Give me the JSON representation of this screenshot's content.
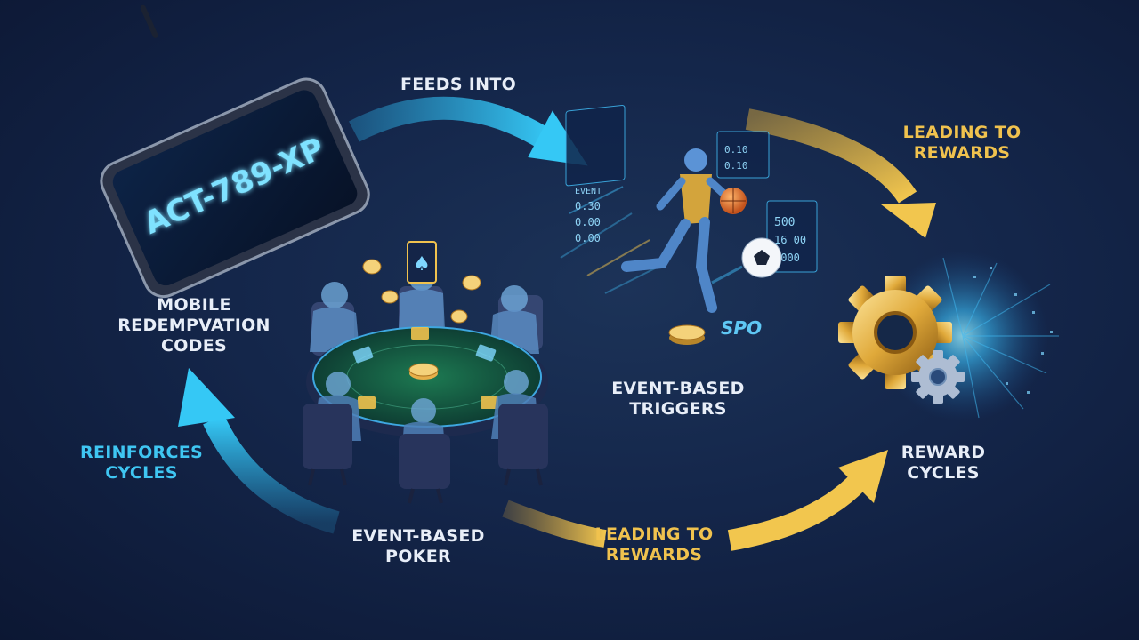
{
  "nodes": {
    "mobile": {
      "label": "MOBILE\nREDEMPVATION\nCODES",
      "code": "ACT-789-XP"
    },
    "poker": {
      "label": "EVENT-BASED\nPOKER"
    },
    "triggers": {
      "label": "EVENT-BASED\nTRIGGERS",
      "badge": "SPO"
    },
    "rewards": {
      "label": "REWARD\nCYCLES"
    }
  },
  "edges": {
    "feeds_into": "FEEDS INTO",
    "leading_to_rewards_top": "LEADING TO\nREWARDS",
    "leading_to_rewards_bottom": "LEADING TO\nREWARDS",
    "reinforces_cycles": "REINFORCES\nCYCLES"
  },
  "scoreboards": {
    "left": [
      "EVENT",
      "0.30",
      "0.00",
      "0.00"
    ],
    "top": [
      "0.10",
      "0.10"
    ],
    "right": [
      "500",
      "16 00",
      "1000"
    ]
  },
  "colors": {
    "cyan": "#3fc6f2",
    "gold": "#f0c24e",
    "text": "#e8eef8",
    "background": "#14264a"
  }
}
